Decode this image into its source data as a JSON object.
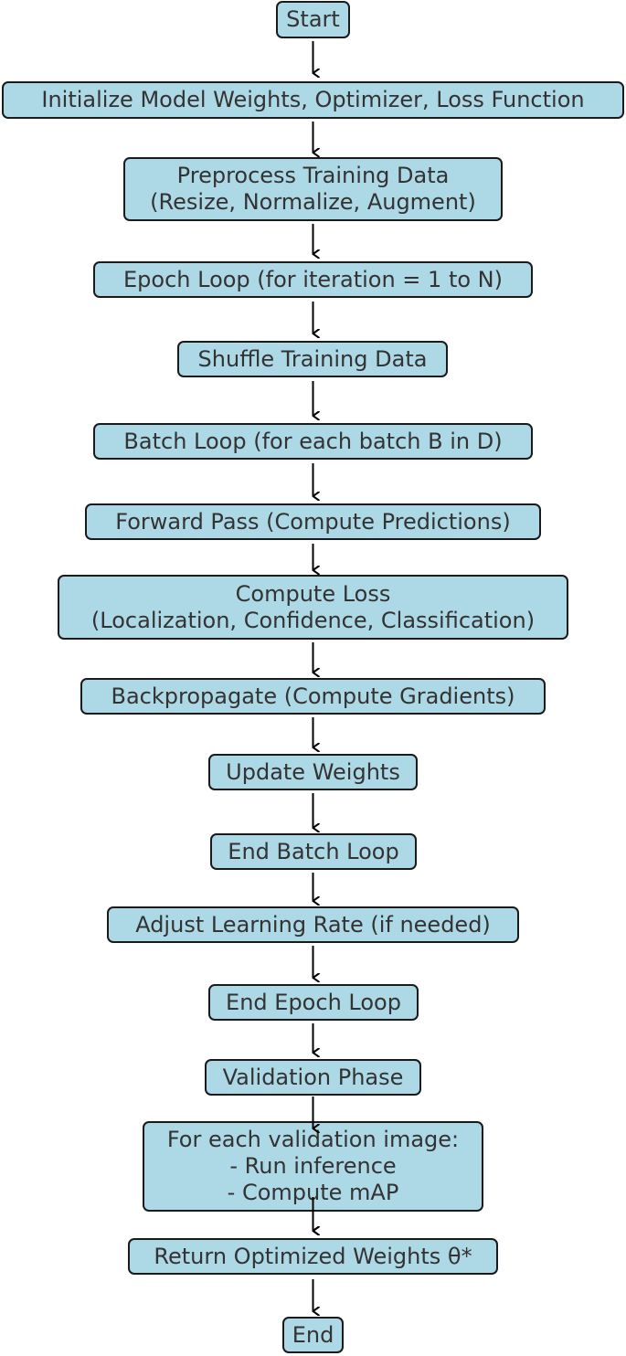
{
  "flowchart": {
    "nodes": [
      {
        "id": "start",
        "lines": [
          "Start"
        ]
      },
      {
        "id": "init",
        "lines": [
          "Initialize Model Weights, Optimizer, Loss Function"
        ]
      },
      {
        "id": "preprocess",
        "lines": [
          "Preprocess Training Data",
          "(Resize, Normalize, Augment)"
        ]
      },
      {
        "id": "epoch-loop",
        "lines": [
          "Epoch Loop (for iteration = 1 to N)"
        ]
      },
      {
        "id": "shuffle",
        "lines": [
          "Shuffle Training Data"
        ]
      },
      {
        "id": "batch-loop",
        "lines": [
          "Batch Loop (for each batch B in D)"
        ]
      },
      {
        "id": "forward-pass",
        "lines": [
          "Forward Pass (Compute Predictions)"
        ]
      },
      {
        "id": "compute-loss",
        "lines": [
          "Compute Loss",
          "(Localization, Confidence, Classification)"
        ]
      },
      {
        "id": "backpropagate",
        "lines": [
          "Backpropagate (Compute Gradients)"
        ]
      },
      {
        "id": "update-weights",
        "lines": [
          "Update Weights"
        ]
      },
      {
        "id": "end-batch-loop",
        "lines": [
          "End Batch Loop"
        ]
      },
      {
        "id": "adjust-lr",
        "lines": [
          "Adjust Learning Rate (if needed)"
        ]
      },
      {
        "id": "end-epoch-loop",
        "lines": [
          "End Epoch Loop"
        ]
      },
      {
        "id": "validation-phase",
        "lines": [
          "Validation Phase"
        ]
      },
      {
        "id": "validation-loop",
        "lines": [
          "For each validation image:",
          "- Run inference",
          "- Compute mAP"
        ]
      },
      {
        "id": "return-weights",
        "lines": [
          "Return Optimized Weights θ*"
        ]
      },
      {
        "id": "end",
        "lines": [
          "End"
        ]
      }
    ],
    "colors": {
      "box_fill": "#add8e6",
      "box_border": "#1a1a1a",
      "text": "#333333",
      "arrow": "#000000"
    }
  }
}
